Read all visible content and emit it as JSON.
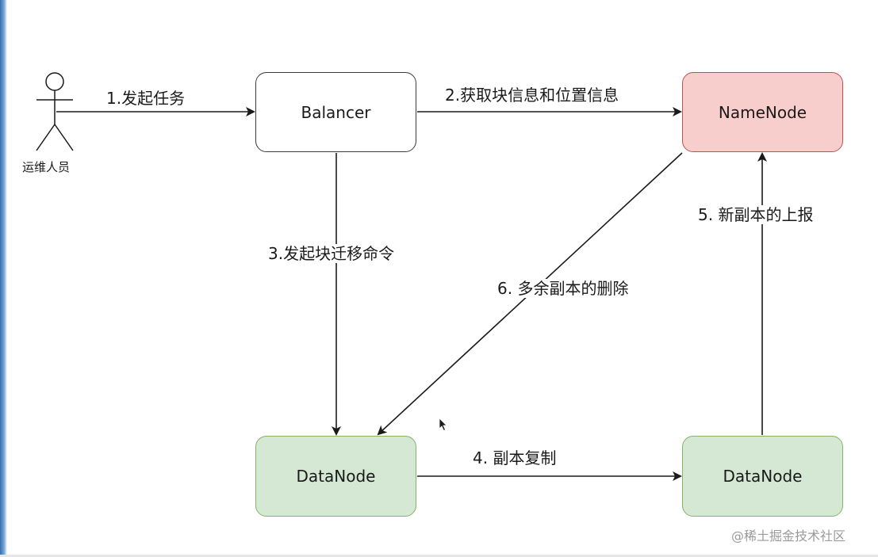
{
  "diagram": {
    "actor": {
      "label": "运维人员"
    },
    "nodes": {
      "balancer": "Balancer",
      "namenode": "NameNode",
      "datanode_left": "DataNode",
      "datanode_right": "DataNode"
    },
    "edges": {
      "e1": "1.发起任务",
      "e2": "2.获取块信息和位置信息",
      "e3": "3.发起块迁移命令",
      "e4": "4. 副本复制",
      "e5": "5. 新副本的上报",
      "e6": "6. 多余副本的删除"
    }
  },
  "colors": {
    "namenode_fill": "#f8cecc",
    "namenode_stroke": "#b85450",
    "datanode_fill": "#d5e8d4",
    "datanode_stroke": "#82b366",
    "balancer_fill": "#ffffff",
    "line": "#1a1a1a"
  },
  "watermark": "@稀土掘金技术社区"
}
